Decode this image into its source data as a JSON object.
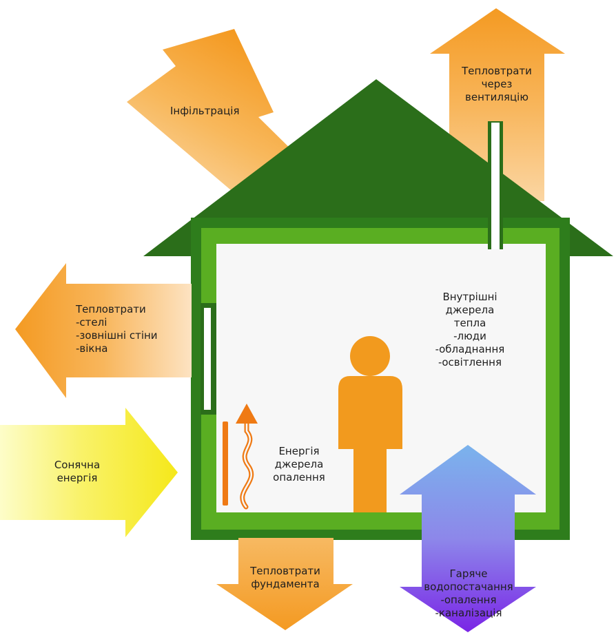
{
  "colors": {
    "roof": "#2b6e1a",
    "wall_outer": "#2e7d1c",
    "wall_inner": "#5aae22",
    "interior": "#f7f7f7",
    "orange": "#f5a02a",
    "orange_light": "#f9c173",
    "heater": "#ef7a14",
    "person": "#f29a1e",
    "solar": "#f7ec1a",
    "water_top": "#6fa8e8",
    "water_bottom": "#7f2fe8"
  },
  "title": "",
  "labels": {
    "infiltration": [
      "Інфільтрація"
    ],
    "ventilation": [
      "Тепловтрати",
      "через",
      "вентиляцію"
    ],
    "envelope_loss": [
      "Тепловтрати",
      "-стелі",
      "-зовнішні стіни",
      "-вікна"
    ],
    "solar": [
      "Сонячна",
      "енергія"
    ],
    "internal_sources": [
      "Внутрішні",
      "джерела",
      "тепла",
      "-люди",
      "-обладнання",
      "-освітлення"
    ],
    "heating": [
      "Енергія",
      "джерела",
      "опалення"
    ],
    "foundation": [
      "Тепловтрати",
      "фундамента"
    ],
    "hot_water": [
      "Гаряче",
      "водопостачання",
      "-опалення",
      "-каналізація"
    ]
  }
}
